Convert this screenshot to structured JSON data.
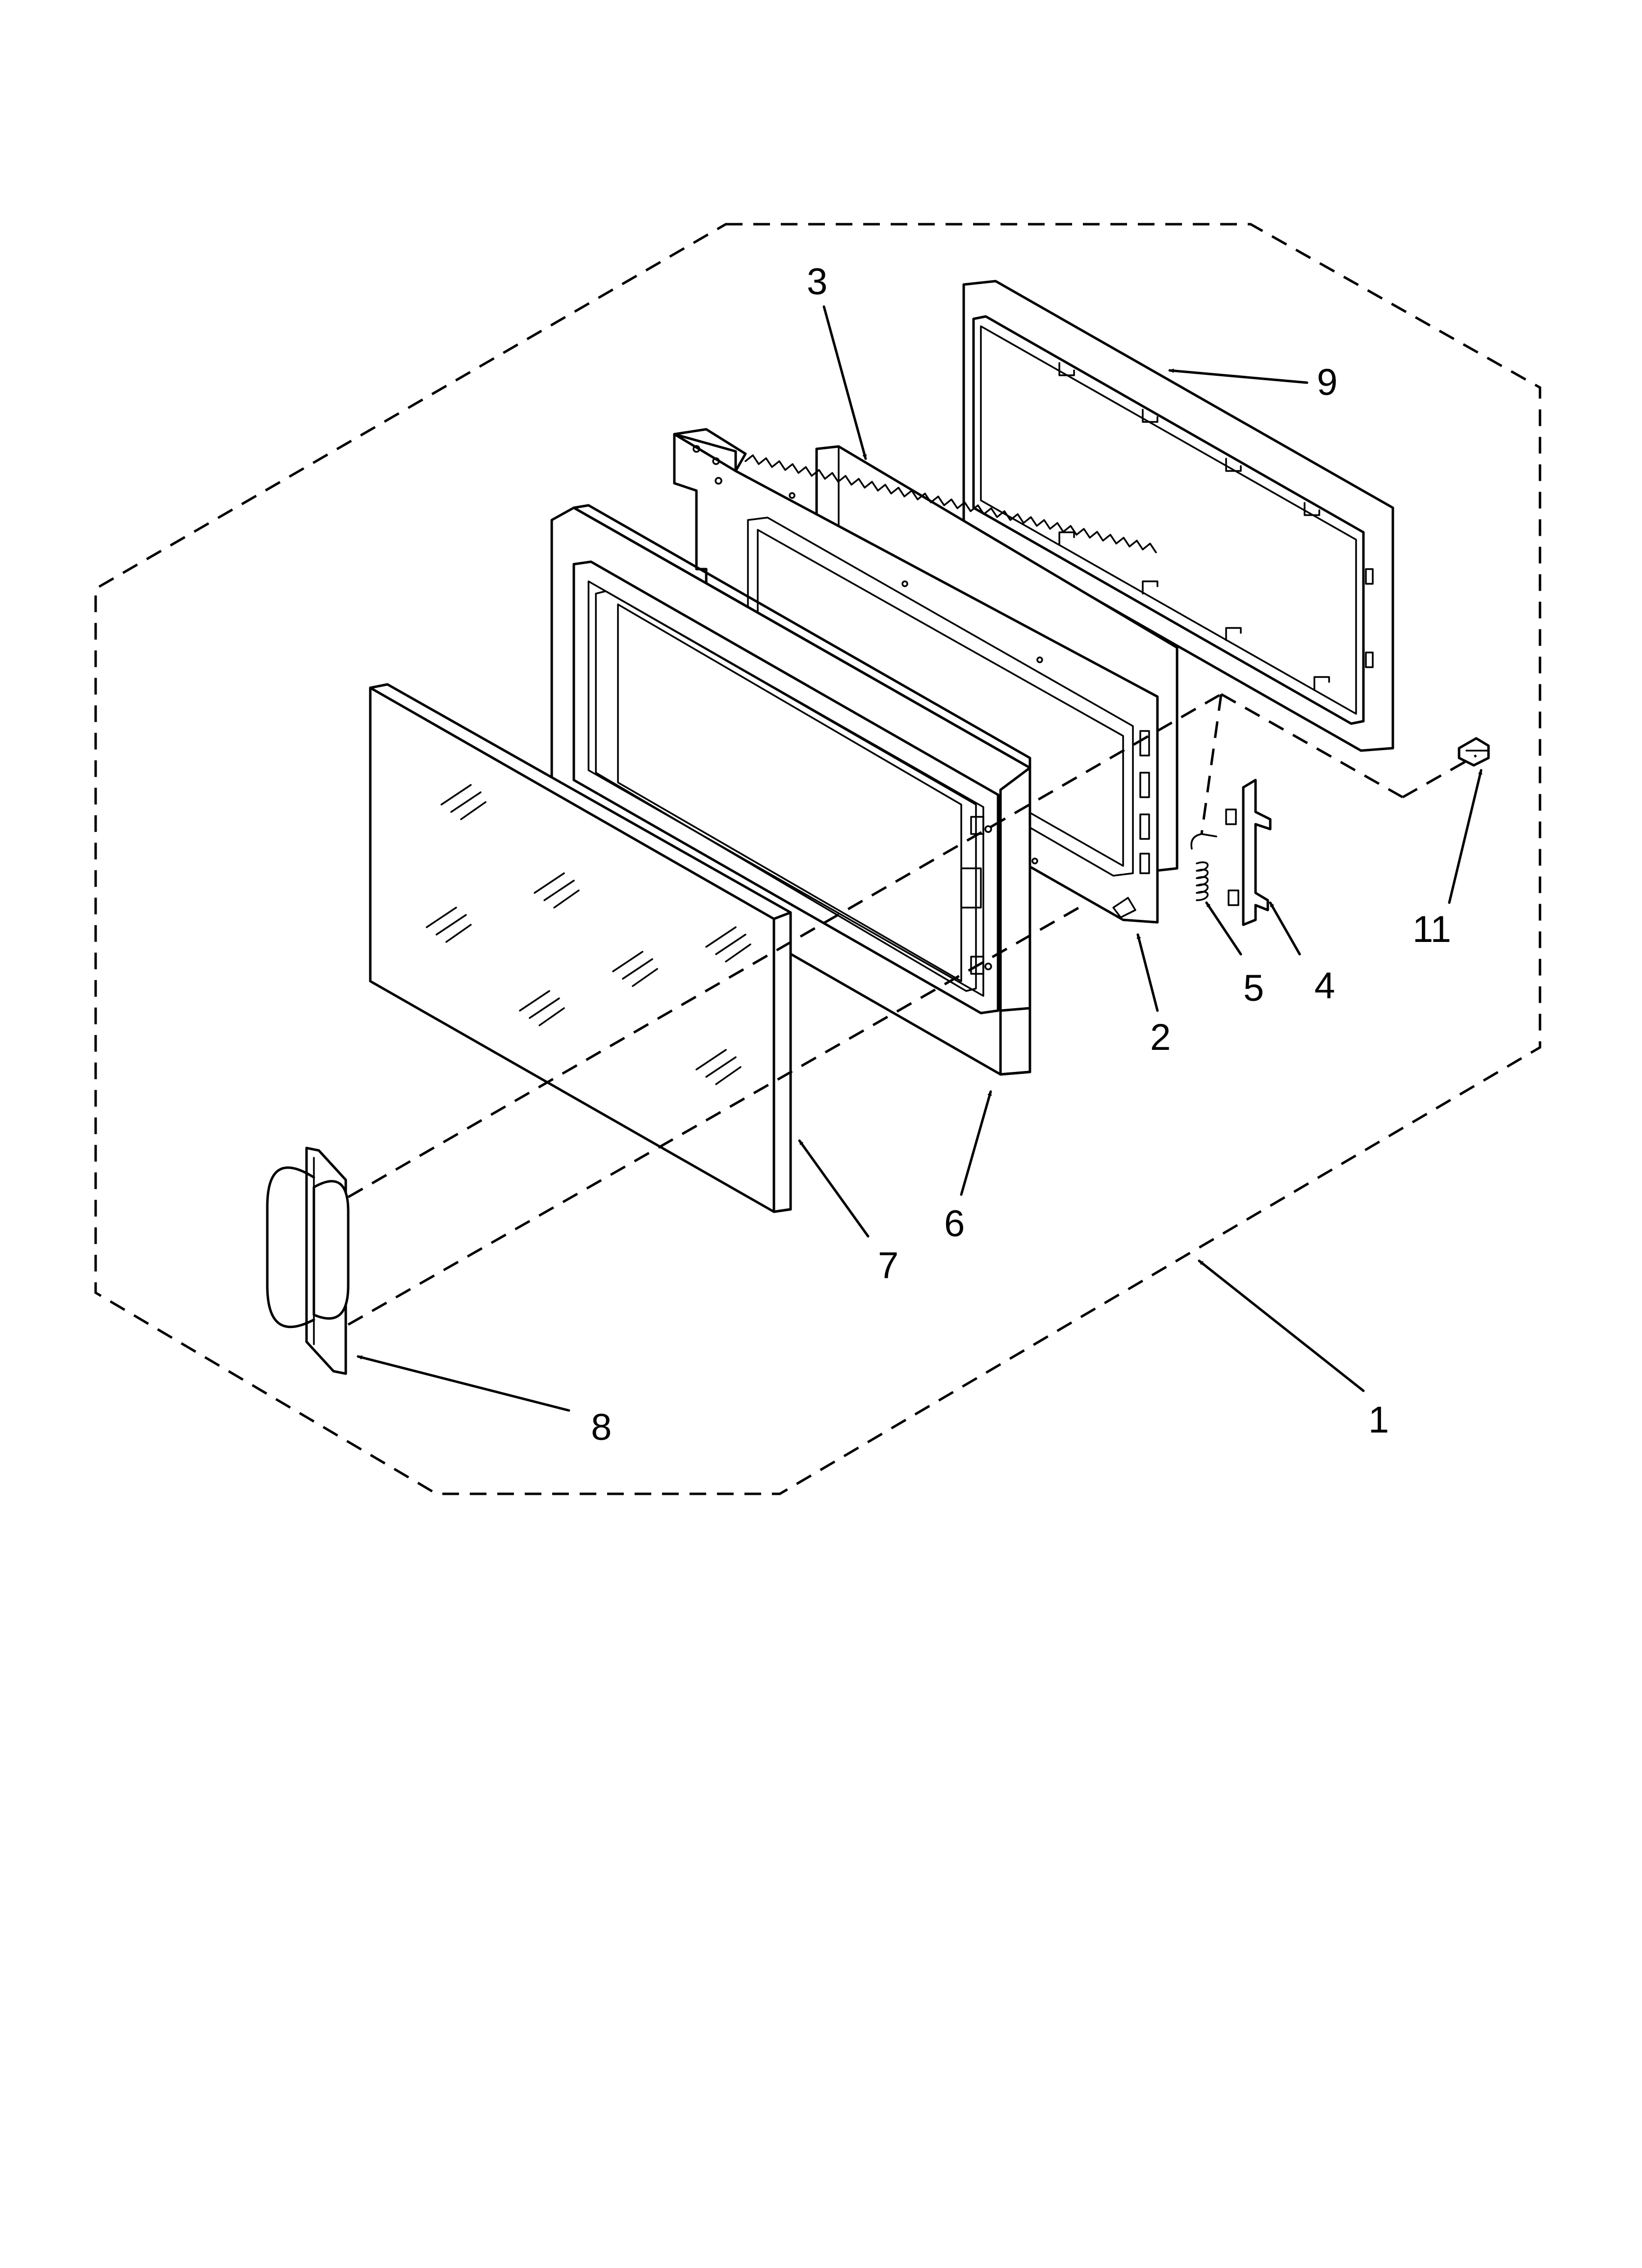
{
  "callouts": [
    {
      "id": "1",
      "label": "1"
    },
    {
      "id": "2",
      "label": "2"
    },
    {
      "id": "3",
      "label": "3"
    },
    {
      "id": "4",
      "label": "4"
    },
    {
      "id": "5",
      "label": "5"
    },
    {
      "id": "6",
      "label": "6"
    },
    {
      "id": "7",
      "label": "7"
    },
    {
      "id": "8",
      "label": "8"
    },
    {
      "id": "9",
      "label": "9"
    },
    {
      "id": "11",
      "label": "11"
    }
  ]
}
